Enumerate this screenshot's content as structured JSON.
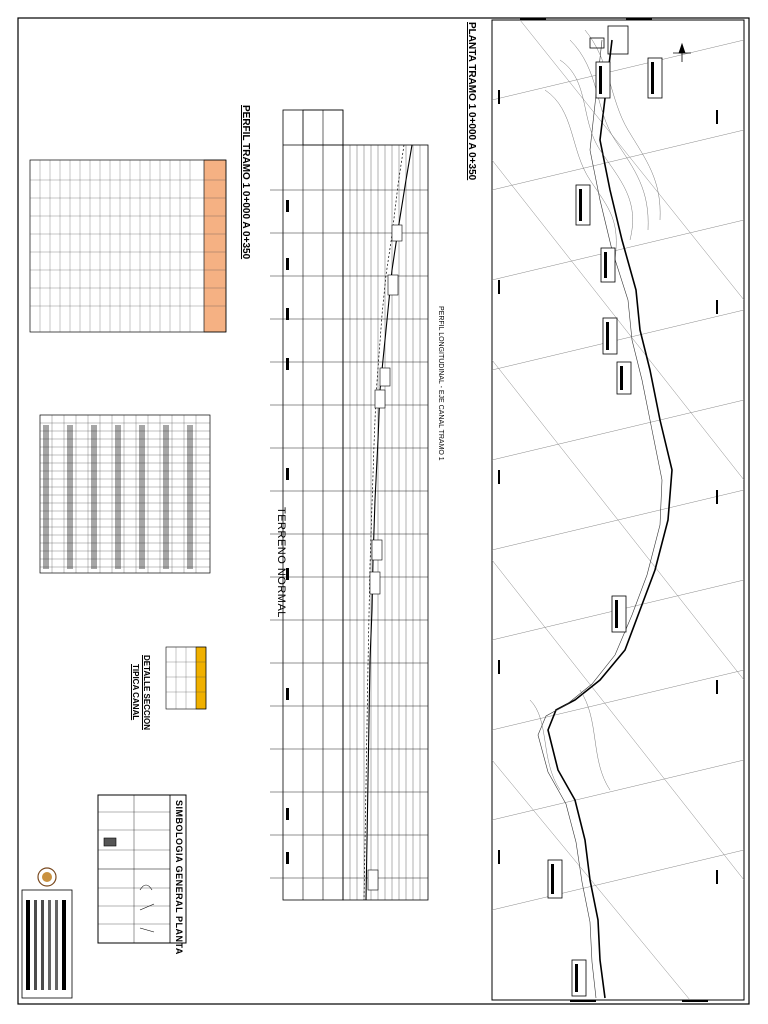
{
  "sheet": {
    "plan_title": "PLANTA TRAMO 1 0+000 A 0+350",
    "profile_title": "PERFIL TRAMO 1 0+000 A 0+350",
    "profile_heading": "PERFIL LONGITUDINAL - EJE CANAL TRAMO 1",
    "terrain_label": "TERRENO NORMAL",
    "detail_title": "DETALLE SECCION",
    "detail_subtitle": "TIPICA CANAL",
    "legend_title": "SIMBOLOGIA GENERAL PLANTA"
  },
  "colors": {
    "accent_table": "#f5b183",
    "accent_detail": "#f0b000",
    "ink": "#000000",
    "grid": "#222222"
  }
}
